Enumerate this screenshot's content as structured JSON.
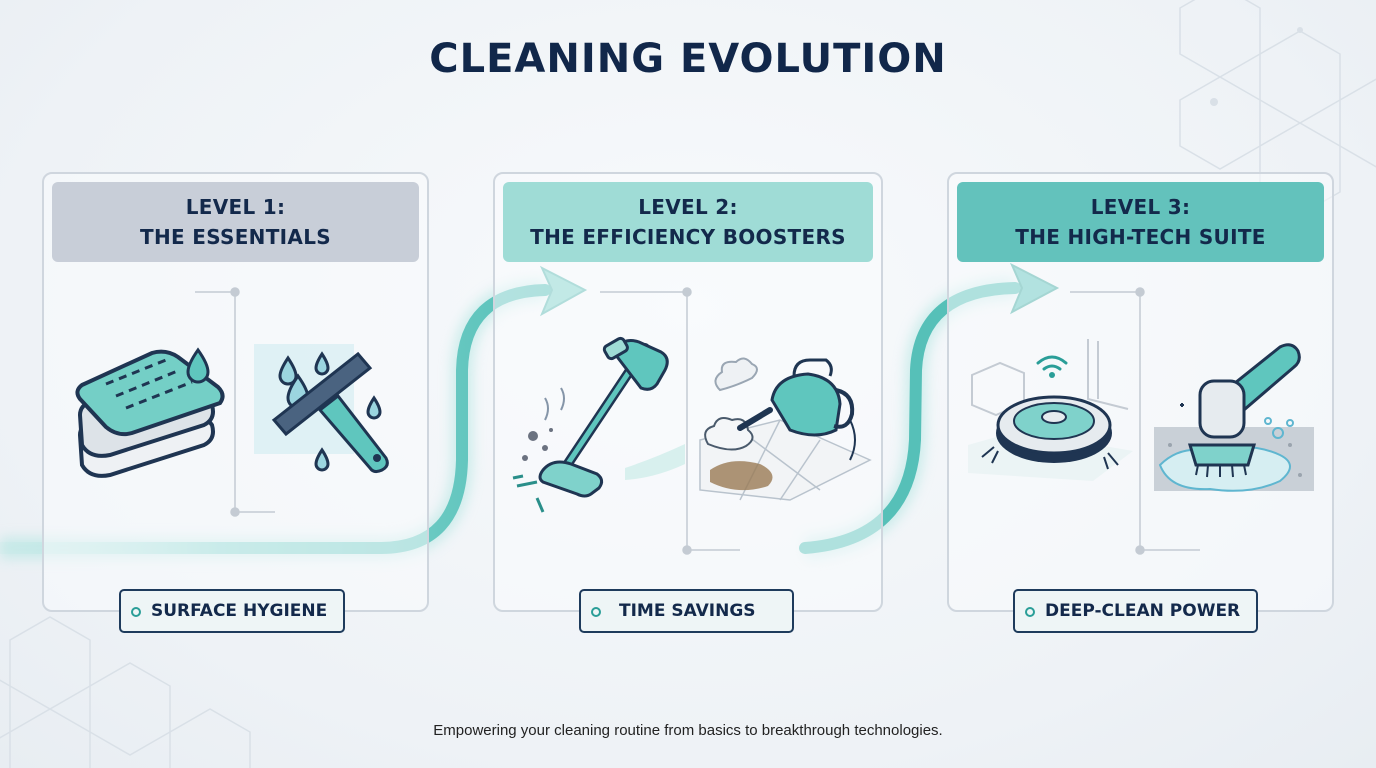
{
  "title": "CLEANING EVOLUTION",
  "levels": [
    {
      "heading": "LEVEL 1:",
      "subheading": "THE ESSENTIALS",
      "badge": "SURFACE HYGIENE",
      "items": [
        "microfiber-towels-icon",
        "window-squeegee-icon"
      ]
    },
    {
      "heading": "LEVEL 2:",
      "subheading": "THE EFFICIENCY BOOSTERS",
      "badge": "TIME SAVINGS",
      "items": [
        "cordless-vacuum-icon",
        "steam-cleaner-icon"
      ]
    },
    {
      "heading": "LEVEL 3:",
      "subheading": "THE HIGH-TECH SUITE",
      "badge": "DEEP-CLEAN POWER",
      "items": [
        "robot-vacuum-icon",
        "power-scrubber-icon"
      ]
    }
  ],
  "footer": "Empowering your cleaning routine from basics to breakthrough technologies.",
  "colors": {
    "navy": "#11274a",
    "teal": "#5cc4bc",
    "teal_dark": "#2a8f8a",
    "gray_header": "#c8ced8"
  }
}
